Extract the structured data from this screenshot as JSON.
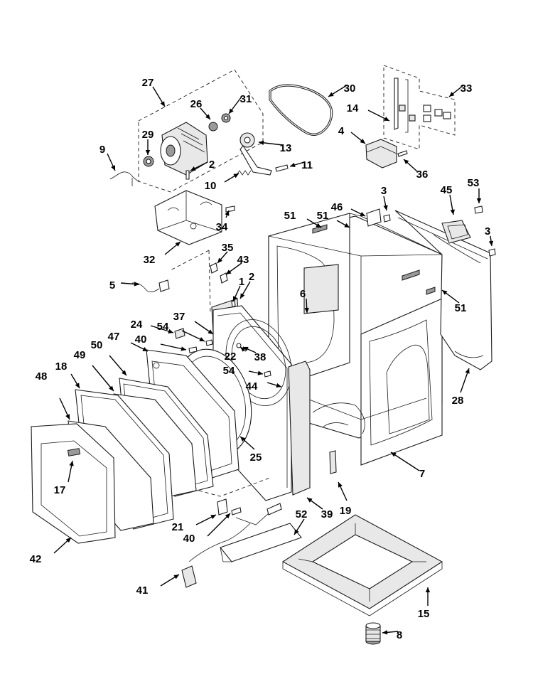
{
  "diagram": {
    "callouts": [
      {
        "id": "c27",
        "label": "27"
      },
      {
        "id": "c26",
        "label": "26"
      },
      {
        "id": "c31",
        "label": "31"
      },
      {
        "id": "c29",
        "label": "29"
      },
      {
        "id": "c9",
        "label": "9"
      },
      {
        "id": "c2a",
        "label": "2"
      },
      {
        "id": "c13",
        "label": "13"
      },
      {
        "id": "c10",
        "label": "10"
      },
      {
        "id": "c11",
        "label": "11"
      },
      {
        "id": "c30",
        "label": "30"
      },
      {
        "id": "c14",
        "label": "14"
      },
      {
        "id": "c4",
        "label": "4"
      },
      {
        "id": "c33",
        "label": "33"
      },
      {
        "id": "c36",
        "label": "36"
      },
      {
        "id": "c3a",
        "label": "3"
      },
      {
        "id": "c45",
        "label": "45"
      },
      {
        "id": "c53",
        "label": "53"
      },
      {
        "id": "c3b",
        "label": "3"
      },
      {
        "id": "c34",
        "label": "34"
      },
      {
        "id": "c32",
        "label": "32"
      },
      {
        "id": "c51a",
        "label": "51"
      },
      {
        "id": "c51b",
        "label": "51"
      },
      {
        "id": "c46",
        "label": "46"
      },
      {
        "id": "c35",
        "label": "35"
      },
      {
        "id": "c43",
        "label": "43"
      },
      {
        "id": "c5",
        "label": "5"
      },
      {
        "id": "c1",
        "label": "1"
      },
      {
        "id": "c2b",
        "label": "2"
      },
      {
        "id": "c6",
        "label": "6"
      },
      {
        "id": "c51c",
        "label": "51"
      },
      {
        "id": "c24",
        "label": "24"
      },
      {
        "id": "c54a",
        "label": "54"
      },
      {
        "id": "c37",
        "label": "37"
      },
      {
        "id": "c47",
        "label": "47"
      },
      {
        "id": "c40a",
        "label": "40"
      },
      {
        "id": "c22",
        "label": "22"
      },
      {
        "id": "c38",
        "label": "38"
      },
      {
        "id": "c54b",
        "label": "54"
      },
      {
        "id": "c50",
        "label": "50"
      },
      {
        "id": "c49",
        "label": "49"
      },
      {
        "id": "c18",
        "label": "18"
      },
      {
        "id": "c48",
        "label": "48"
      },
      {
        "id": "c44",
        "label": "44"
      },
      {
        "id": "c28",
        "label": "28"
      },
      {
        "id": "c25",
        "label": "25"
      },
      {
        "id": "c7",
        "label": "7"
      },
      {
        "id": "c17",
        "label": "17"
      },
      {
        "id": "c19",
        "label": "19"
      },
      {
        "id": "c39",
        "label": "39"
      },
      {
        "id": "c21",
        "label": "21"
      },
      {
        "id": "c52",
        "label": "52"
      },
      {
        "id": "c40b",
        "label": "40"
      },
      {
        "id": "c42",
        "label": "42"
      },
      {
        "id": "c41",
        "label": "41"
      },
      {
        "id": "c15",
        "label": "15"
      },
      {
        "id": "c8",
        "label": "8"
      }
    ]
  }
}
